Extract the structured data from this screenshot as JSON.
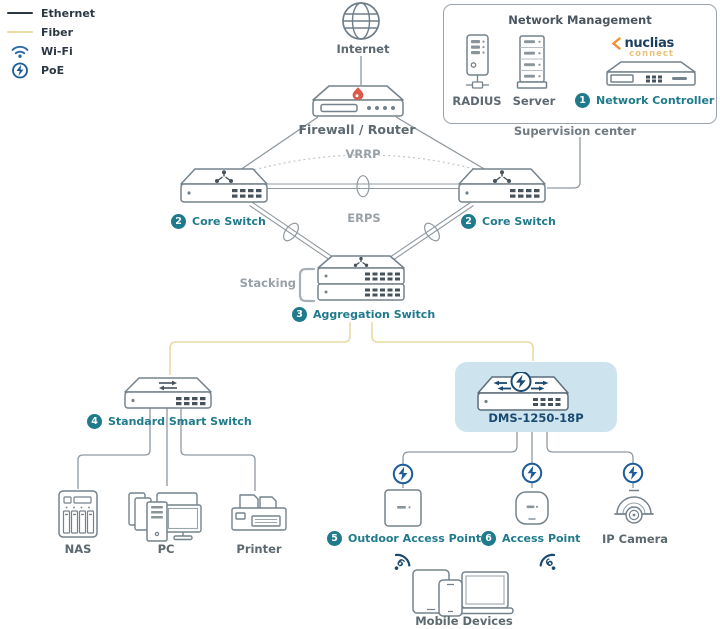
{
  "legend": {
    "items": [
      {
        "label": "Ethernet"
      },
      {
        "label": "Fiber"
      },
      {
        "label": "Wi-Fi"
      },
      {
        "label": "PoE"
      }
    ]
  },
  "internet": {
    "label": "Internet"
  },
  "management": {
    "title": "Network Management",
    "radius": "RADIUS",
    "server": "Server",
    "brand": "nuclias",
    "brand_sub": "connect",
    "controller_badge": "1",
    "controller_label": "Network Controller",
    "caption": "Supervision center"
  },
  "firewall": {
    "label": "Firewall / Router"
  },
  "protocols": {
    "vrrp": "VRRP",
    "erps": "ERPS",
    "stacking": "Stacking"
  },
  "switches": {
    "core_left": {
      "badge": "2",
      "label": "Core Switch"
    },
    "core_right": {
      "badge": "2",
      "label": "Core Switch"
    },
    "aggregation": {
      "badge": "3",
      "label": "Aggregation Switch"
    },
    "standard": {
      "badge": "4",
      "label": "Standard Smart Switch"
    },
    "dms": {
      "label": "DMS-1250-18P"
    }
  },
  "endpoints": {
    "nas": {
      "label": "NAS"
    },
    "pc": {
      "label": "PC"
    },
    "printer": {
      "label": "Printer"
    },
    "outdoor_ap": {
      "badge": "5",
      "label": "Outdoor Access Point"
    },
    "ap": {
      "badge": "6",
      "label": "Access Point"
    },
    "camera": {
      "label": "IP Camera"
    },
    "mobile": {
      "label": "Mobile Devices"
    }
  },
  "wifi": {
    "standard_badge": "6"
  },
  "colors": {
    "teal": "#1f7a8c",
    "navy": "#1a4a70",
    "poe_blue": "#1d5c99",
    "fiber": "#e7dba6",
    "ethernet": "#2c3844",
    "line": "#8f99a0",
    "highlight": "#cde4ef",
    "brand_orange": "#f0912d",
    "flame": "#dc5a4a"
  }
}
